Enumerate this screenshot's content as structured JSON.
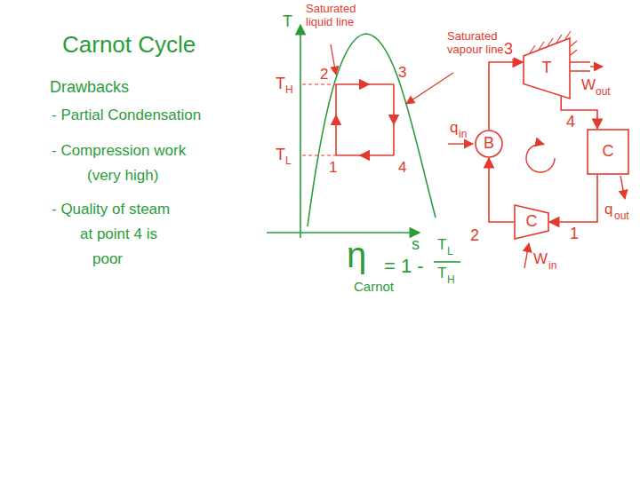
{
  "diagram": {
    "nodes": [
      {
        "text": [
          "T"
        ]
      },
      {
        "text": [
          "B"
        ]
      },
      {
        "text": [
          "C"
        ]
      },
      {
        "text": [
          "C"
        ]
      }
    ],
    "edges": [
      {
        "from": 1,
        "to": 0,
        "arrow": "to",
        "label": "3"
      },
      {
        "from": 0,
        "to": 2,
        "arrow": "to",
        "label": "4"
      },
      {
        "from": 2,
        "to": 3,
        "arrow": "to",
        "label": "1"
      },
      {
        "from": 3,
        "to": 1,
        "arrow": "to",
        "label": "2"
      }
    ],
    "labels": [
      "Carnot Cycle",
      "Drawbacks",
      "- Partial Condensation",
      "- Compression work",
      "(very high)",
      "- Quality of steam",
      "at point 4 is",
      "poor",
      "T",
      "Saturated liquid line",
      "Saturated vapour line",
      "T",
      "H",
      "T",
      "L",
      "2",
      "3",
      "1",
      "4",
      "s",
      "η",
      "Carnot",
      "= 1 -",
      "T",
      "L",
      "T",
      "H",
      "q",
      "in",
      "W",
      "out",
      "q",
      "out",
      "W",
      "in"
    ]
  }
}
